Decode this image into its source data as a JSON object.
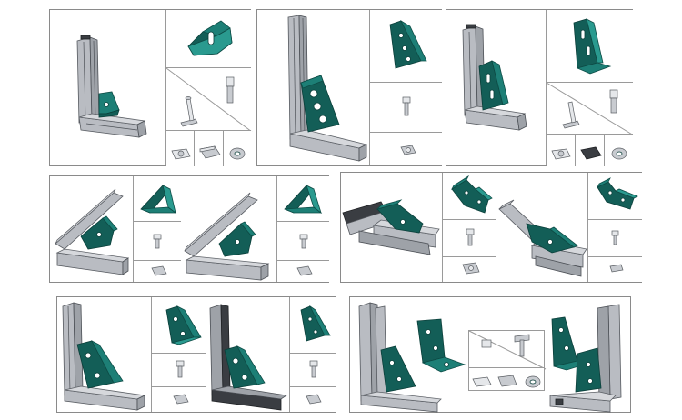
{
  "image": {
    "panels": [
      {
        "id": "right-angle-bracket-set",
        "layout": "row-1",
        "parts": [
          "extrusion-corner",
          "angle-bracket",
          "t-bolt",
          "hex-screw",
          "t-nut",
          "slide-nut",
          "spring-nut"
        ]
      },
      {
        "id": "gusset-plate-set",
        "layout": "row-1",
        "parts": [
          "extrusion-corner",
          "gusset-plate",
          "screw",
          "t-nut"
        ]
      },
      {
        "id": "long-angle-bracket-set",
        "layout": "row-1",
        "parts": [
          "extrusion-corner",
          "angle-bracket",
          "t-bolt",
          "hex-screw",
          "t-nut",
          "slide-nut",
          "spring-nut"
        ]
      },
      {
        "id": "45-degree-bracket-set",
        "layout": "row-2",
        "parts": [
          "angled-joint",
          "angled-joint",
          "bracket-45",
          "bracket-45",
          "screw",
          "t-nut"
        ]
      },
      {
        "id": "135-degree-bracket-set",
        "layout": "row-2",
        "parts": [
          "obtuse-joint",
          "obtuse-joint",
          "bracket-135",
          "bracket-135",
          "screw",
          "t-nut"
        ]
      },
      {
        "id": "heavy-corner-bracket-set",
        "layout": "row-3",
        "parts": [
          "corner-joint",
          "corner-joint",
          "heavy-bracket",
          "heavy-bracket",
          "screw",
          "t-nut"
        ]
      },
      {
        "id": "triangle-plate-set",
        "layout": "row-3",
        "parts": [
          "corner-joint",
          "triangle-plate",
          "triangle-plate",
          "t-bolt",
          "hex-screw",
          "t-nut",
          "slide-nut",
          "spring-nut"
        ]
      }
    ],
    "colors": {
      "bracket": "#1d7f76",
      "bracket_dark": "#135e57",
      "aluminum": "#b9bcc2",
      "border": "#8a8a8a"
    }
  }
}
